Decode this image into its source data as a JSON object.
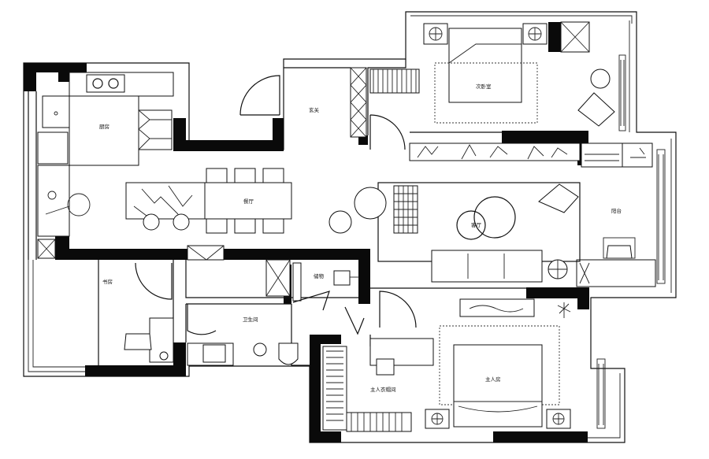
{
  "plan": {
    "rooms": {
      "kitchen": "厨房",
      "dining": "餐厅",
      "entry": "玄关",
      "master_bedroom": "次卧室",
      "living": "客厅",
      "balcony": "阳台",
      "study": "书房",
      "utility": "储物",
      "bathroom": "卫生间",
      "closet": "主人衣帽间",
      "second_bedroom": "主人房"
    }
  }
}
